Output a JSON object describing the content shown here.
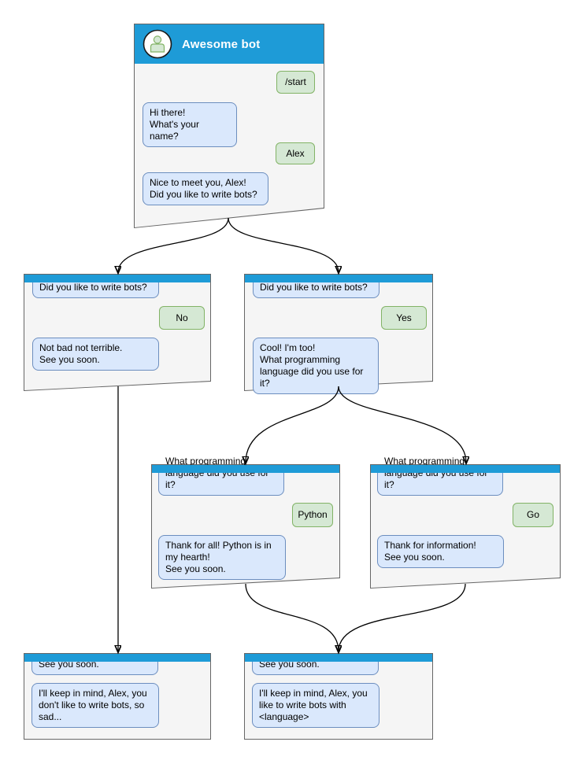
{
  "colors": {
    "header_blue": "#1E9BD7",
    "panel_fill": "#F5F5F5",
    "panel_border": "#666666",
    "bot_bubble_fill": "#DAE8FC",
    "bot_bubble_border": "#6C8EBF",
    "user_bubble_fill": "#D5E8D4",
    "user_bubble_border": "#82B366",
    "title_text": "#FFFFFF",
    "connector": "#000000"
  },
  "nodes": {
    "main": {
      "title": "Awesome bot",
      "avatar_icon": "person-icon",
      "messages": {
        "start": {
          "role": "user",
          "text": "/start"
        },
        "greeting": {
          "role": "bot",
          "text": "Hi there!\nWhat's your name?"
        },
        "name_reply": {
          "role": "user",
          "text": "Alex"
        },
        "ask_bots": {
          "role": "bot",
          "text": "Nice to meet you, Alex!\nDid you like to write bots?"
        }
      }
    },
    "branch_no": {
      "question": "Did you like to write bots?",
      "answer": "No",
      "response": "Not bad not terrible.\nSee you soon."
    },
    "branch_yes": {
      "question": "Did you like to write bots?",
      "answer": "Yes",
      "response": "Cool! I'm too!\nWhat programming\nlanguage did you use for it?"
    },
    "branch_python": {
      "question": "What programming\nlanguage did you use for it?",
      "answer": "Python",
      "response": "Thank for all! Python is in\nmy hearth!\nSee you soon."
    },
    "branch_go": {
      "question": "What programming\nlanguage did you use for it?",
      "answer": "Go",
      "response": "Thank for information!\nSee you soon."
    },
    "end_no": {
      "recap": "See you soon.",
      "farewell": "I'll keep in mind, Alex, you\ndon't like to write bots, so\nsad..."
    },
    "end_yes": {
      "recap": "See you soon.",
      "farewell": "I'll keep in mind, Alex, you\nlike to write bots with\n<language>"
    }
  }
}
